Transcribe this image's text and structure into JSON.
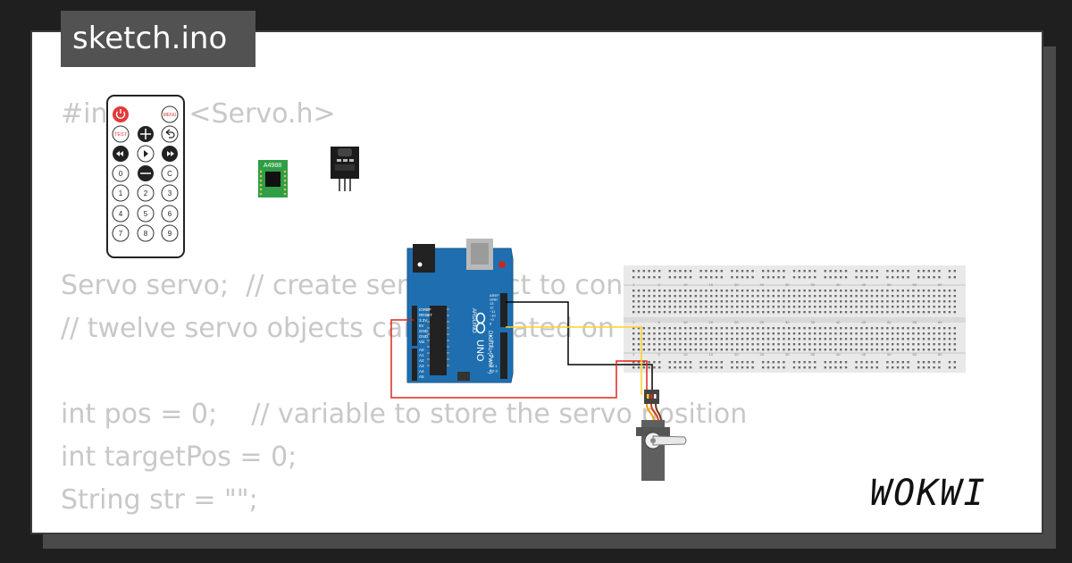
{
  "sketch": {
    "filename": "sketch.ino"
  },
  "code_lines": [
    "#include <Servo.h>",
    "",
    "",
    "",
    "Servo servo;  // create servo object to control a servo",
    "// twelve servo objects can be created on most boards",
    "",
    "int pos = 0;    // variable to store the servo position",
    "int targetPos = 0;",
    "String str = \"\";"
  ],
  "remote": {
    "buttons": [
      "TEST",
      "0",
      "C",
      "1",
      "2",
      "3",
      "4",
      "5",
      "6",
      "7",
      "8",
      "9"
    ],
    "menu_label": "MENU"
  },
  "modules": {
    "driver_label": "A4988"
  },
  "arduino": {
    "board_label": "UNO",
    "brand_label": "ARDUINO",
    "power_pins": [
      "IOREF",
      "RESET",
      "3.3V",
      "5V",
      "GND",
      "GND",
      "Vin"
    ],
    "analog_pins": [
      "A0",
      "A1",
      "A2",
      "A3",
      "A4",
      "A5"
    ],
    "digital_header": "DIGITAL (PWM ~)",
    "top_pins": [
      "AREF",
      "GND",
      "13",
      "12",
      "~11",
      "~10",
      "~9",
      "8"
    ],
    "bottom_pins": [
      "7",
      "~6",
      "~5",
      "4",
      "~3",
      "2",
      "TX 1",
      "RX 0"
    ]
  },
  "breadboard": {
    "column_numbers": [
      "1",
      "5",
      "10",
      "15",
      "20",
      "25",
      "30",
      "35",
      "40",
      "45",
      "50",
      "55",
      "60"
    ]
  },
  "wires": {
    "signal_color": "#ffd21f",
    "power_color": "#e0261b",
    "ground_color": "#000000"
  },
  "brand": {
    "logo_text": "WOKWI"
  }
}
